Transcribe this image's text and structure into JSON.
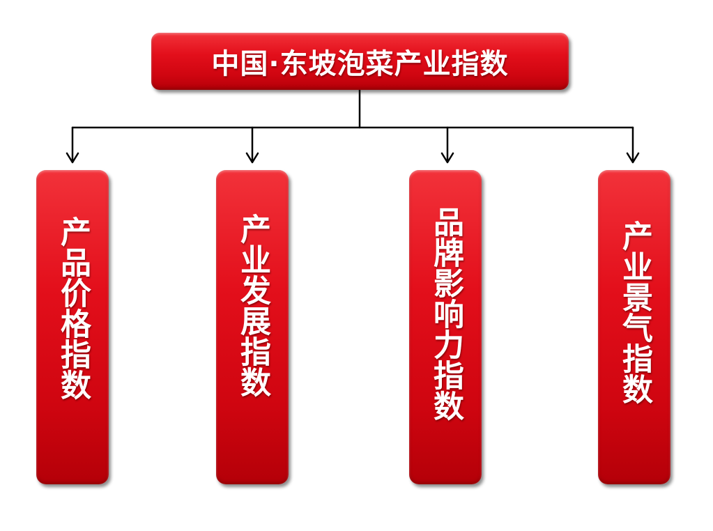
{
  "diagram": {
    "root": {
      "label": "中国·东坡泡菜产业指数"
    },
    "children": [
      {
        "label": "产品价格指数"
      },
      {
        "label": "产业发展指数"
      },
      {
        "label": "品牌影响力指数"
      },
      {
        "label": "产业景气指数"
      }
    ]
  },
  "colors": {
    "box_fill": "#e30f1b",
    "box_text": "#ffffff",
    "connector": "#000000",
    "background": "#ffffff"
  }
}
